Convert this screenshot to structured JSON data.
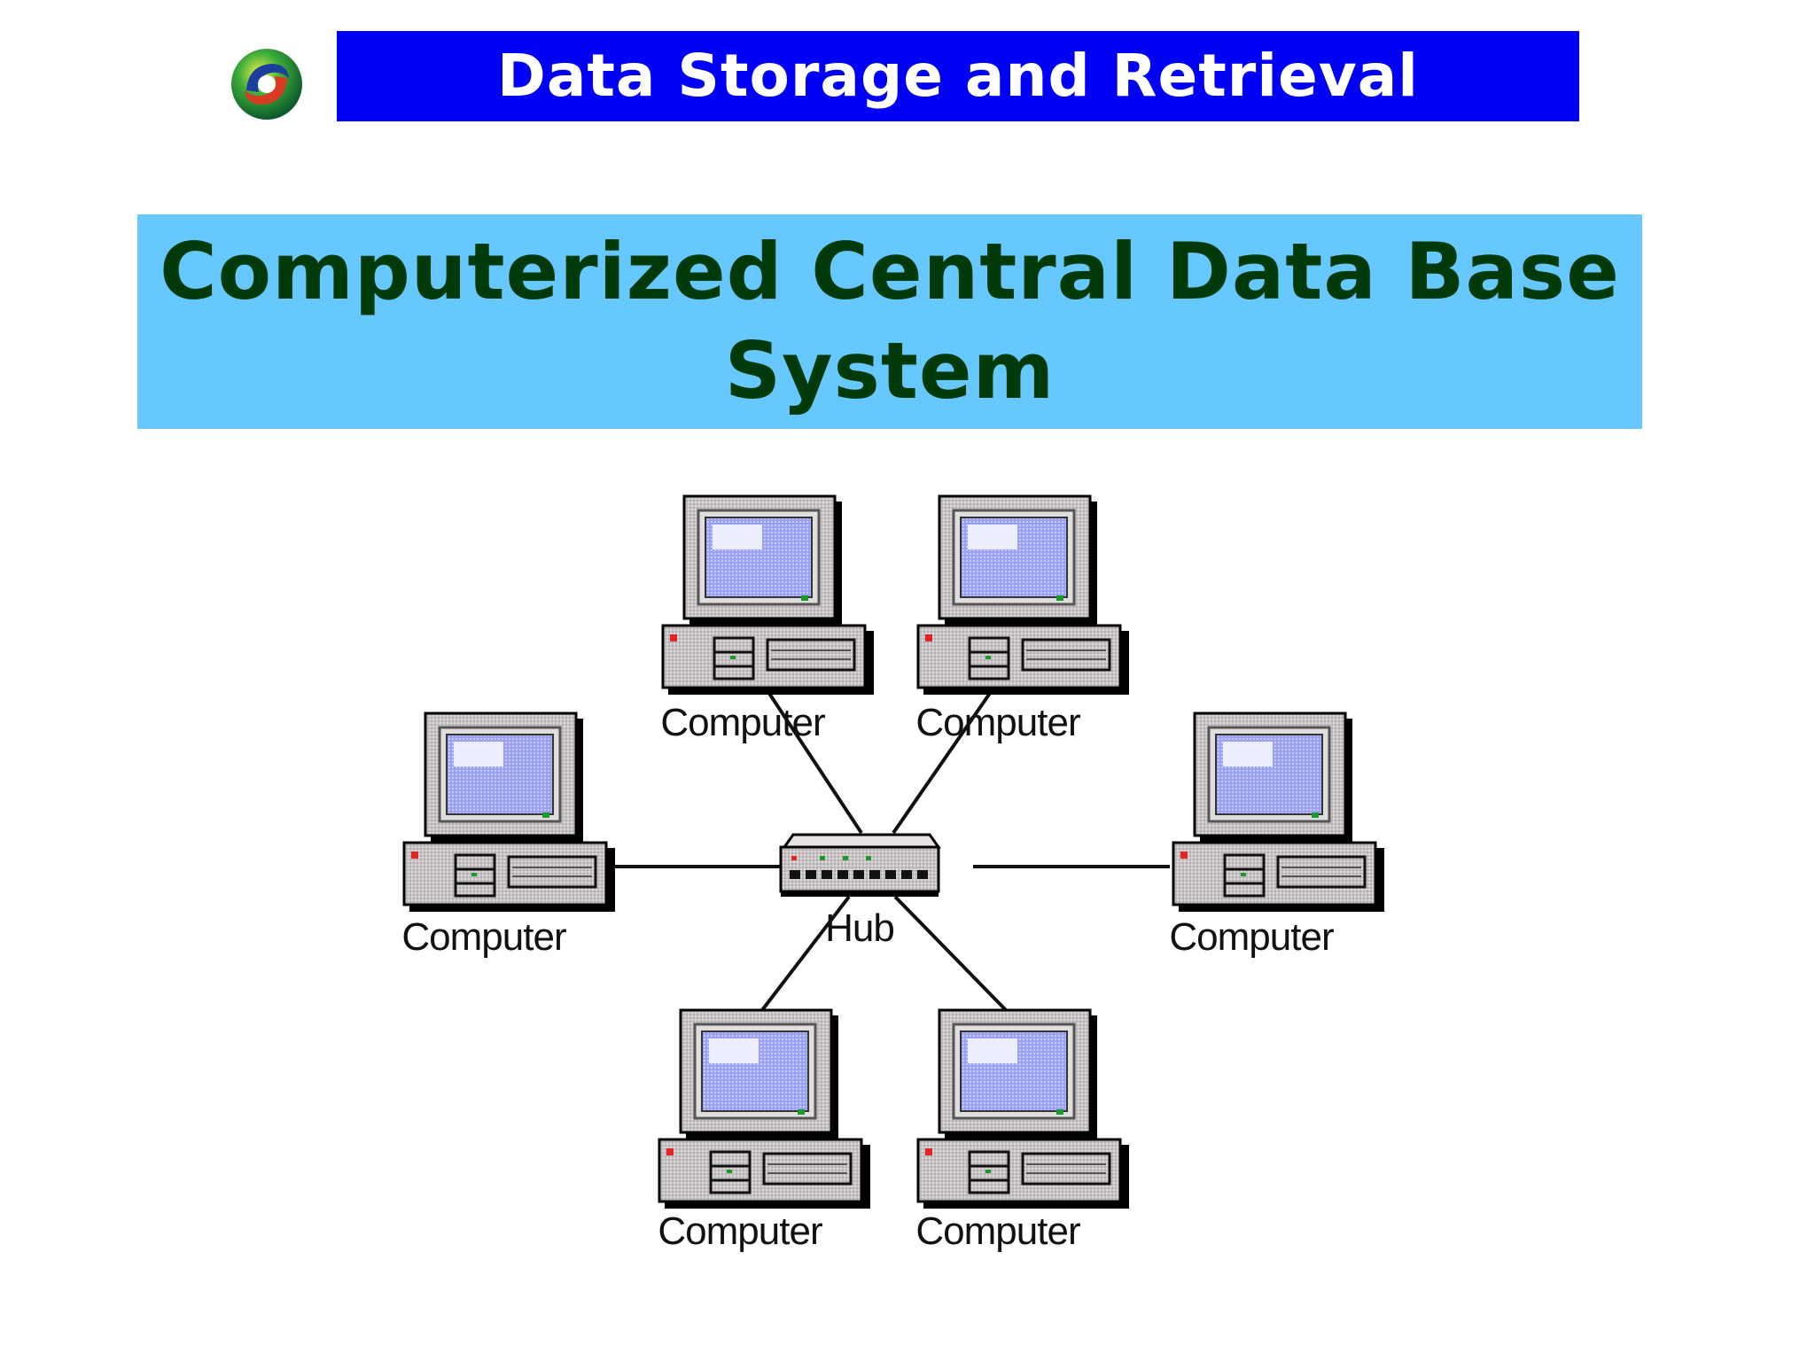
{
  "header": {
    "title": "Data Storage and Retrieval",
    "bar_color": "#0000f5",
    "logo_icon": "swirl-logo-icon"
  },
  "subtitle": {
    "text": "Computerized Central Data Base System",
    "box_color": "#66c8fc",
    "text_color": "#013a0a"
  },
  "diagram": {
    "hub": {
      "label": "Hub",
      "icon": "network-hub-icon"
    },
    "computers": [
      {
        "label": "Computer",
        "icon": "desktop-computer-icon"
      },
      {
        "label": "Computer",
        "icon": "desktop-computer-icon"
      },
      {
        "label": "Computer",
        "icon": "desktop-computer-icon"
      },
      {
        "label": "Computer",
        "icon": "desktop-computer-icon"
      },
      {
        "label": "Computer",
        "icon": "desktop-computer-icon"
      },
      {
        "label": "Computer",
        "icon": "desktop-computer-icon"
      }
    ]
  }
}
